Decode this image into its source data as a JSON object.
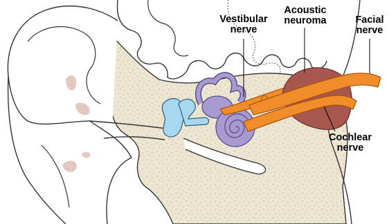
{
  "labels": {
    "vestibular_nerve": {
      "line1": "Vestibular",
      "line2": "nerve"
    },
    "acoustic_neuroma": {
      "line1": "Acoustic",
      "line2": "neuroma"
    },
    "facial_nerve": {
      "line1": "Facial",
      "line2": "nerve"
    },
    "cochlear_nerve": {
      "line1": "Cochlear",
      "line2": "nerve"
    }
  },
  "colors": {
    "bone": "#ece5d2",
    "bone_speckle": "#cbbfa3",
    "inner_ear": "#a79ad0",
    "inner_ear_outline": "#5a4f86",
    "ossicles": "#a8d8ef",
    "nerve": "#f08c2a",
    "nerve_outline": "#a55410",
    "tumor": "#a8574f",
    "tumor_outline": "#6a3330",
    "skin_highlight": "#e3c8c2",
    "outline": "#333333"
  }
}
